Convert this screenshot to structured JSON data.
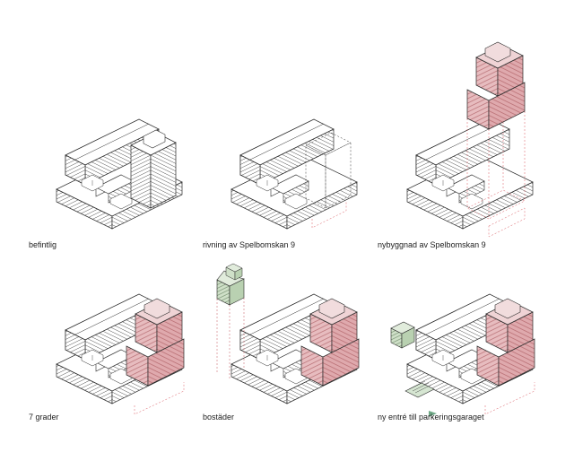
{
  "captions": {
    "befintlig": "befintlig",
    "rivning": "rivning av Spelbomskan 9",
    "nybyggnad": "nybyggnad av Spelbomskan 9",
    "grader": "7 grader",
    "bostader": "bostäder",
    "entre": "ny entré till parkeringsgaraget"
  },
  "colors": {
    "outline": "#2a2a2a",
    "tower_fill": "#e7bcbf",
    "tower_stripe": "#a8565c",
    "tower_dashed": "#d9575f",
    "housing_fill": "#cfe0c8",
    "housing_dashed": "#c4555c",
    "entrance_arrow": "#6fa886"
  }
}
